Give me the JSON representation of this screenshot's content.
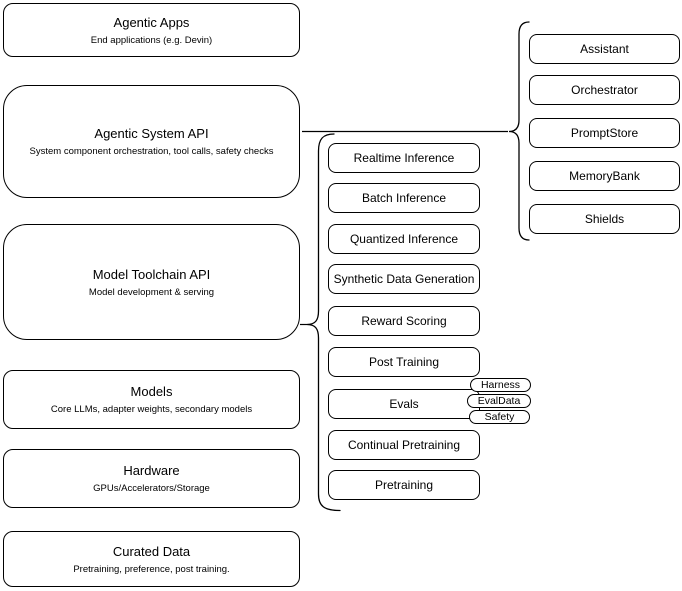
{
  "diagram": {
    "stack": [
      {
        "title": "Agentic Apps",
        "subtitle": "End applications (e.g. Devin)"
      },
      {
        "title": "Agentic System API",
        "subtitle": "System component orchestration, tool calls, safety checks"
      },
      {
        "title": "Model Toolchain API",
        "subtitle": "Model development & serving"
      },
      {
        "title": "Models",
        "subtitle": "Core LLMs, adapter weights, secondary models"
      },
      {
        "title": "Hardware",
        "subtitle": "GPUs/Accelerators/Storage"
      },
      {
        "title": "Curated Data",
        "subtitle": "Pretraining, preference, post training."
      }
    ],
    "toolchain_components": [
      "Realtime Inference",
      "Batch Inference",
      "Quantized Inference",
      "Synthetic Data Generation",
      "Reward Scoring",
      "Post Training",
      "Evals",
      "Continual Pretraining",
      "Pretraining"
    ],
    "evals_tags": [
      "Harness",
      "EvalData",
      "Safety"
    ],
    "agentic_components": [
      "Assistant",
      "Orchestrator",
      "PromptStore",
      "MemoryBank",
      "Shields"
    ],
    "colors": {
      "stroke": "#000000",
      "fill": "#ffffff",
      "text": "#000000"
    }
  }
}
